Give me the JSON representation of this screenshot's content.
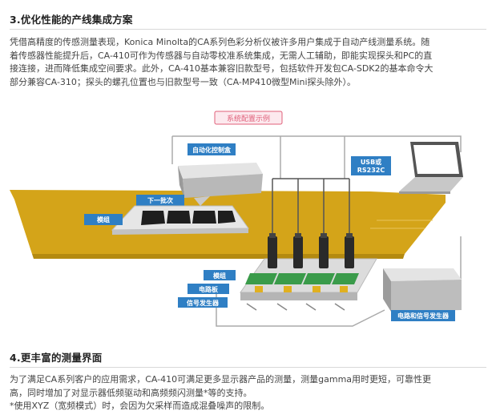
{
  "section1": {
    "title": "3.优化性能的产线集成方案",
    "lines": [
      "凭借高精度的传感测量表现，Konica Minolta的CA系列色彩分析仪被许多用户集成于自动产线测量系统。随",
      "着传感器性能提升后，CA-410可作为传感器与自动零校准系统集成，无需人工辅助，即能实现探头和PC的直",
      "接连接，进而降低集成空间要求。此外，CA-410基本兼容旧款型号，包括软件开发包CA-SDK2的基本命令大",
      "部分兼容CA-310；探头的螺孔位置也与旧款型号一致（CA-MP410微型Mini探头除外）。"
    ]
  },
  "diagram": {
    "caption": "系统配置示例",
    "labels": {
      "auto_controller": "自动化控制盒",
      "usb_line1": "USB或",
      "usb_line2": "RS232C",
      "next_batch": "下一批次",
      "module": "模组",
      "module2": "模组",
      "circuit_board": "电路板",
      "signal_generator": "信号发生器",
      "circuit_signal": "电路和信号发生器"
    }
  },
  "section2": {
    "title": "4.更丰富的测量界面",
    "lines": [
      "为了满足CA系列客户的应用需求，CA-410可满足更多显示器产品的测量，测量gamma用时更短，可靠性更",
      "高，同时增加了对显示器低频驱动和高频频闪测量*等的支持。",
      "*使用XYZ（宽频模式）时，会因为欠采样而造成混叠噪声的限制。"
    ]
  },
  "colors": {
    "belt": "#d4a419",
    "label_blue": "#2f7fc4",
    "caption_pink": "#e0607a"
  }
}
